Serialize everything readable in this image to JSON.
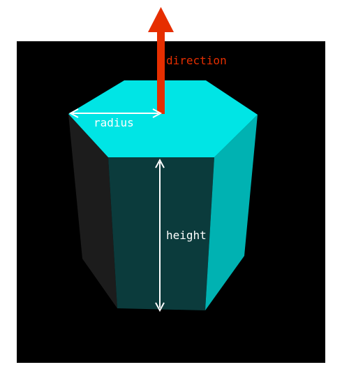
{
  "labels": {
    "direction": "direction",
    "radius": "radius",
    "height": "height"
  },
  "colors": {
    "background": "#000000",
    "top_face": "#00e5e5",
    "front_face": "#0b3b3c",
    "right_face": "#00b2b2",
    "left_face": "#1c1c1c",
    "direction_arrow": "#e62e00",
    "annotation": "#ffffff"
  }
}
